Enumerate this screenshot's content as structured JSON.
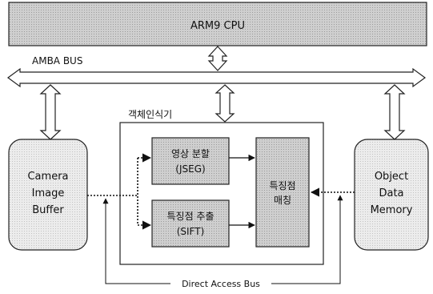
{
  "cpu": {
    "label": "ARM9 CPU"
  },
  "bus": {
    "label": "AMBA BUS"
  },
  "recognizer": {
    "title": "객체인식기"
  },
  "segmentation": {
    "line1": "영상 분할",
    "line2": "(JSEG)"
  },
  "extraction": {
    "line1": "특징점 추출",
    "line2": "(SIFT)"
  },
  "matching": {
    "line1": "특징점",
    "line2": "매칭"
  },
  "camera_buffer": {
    "line1": "Camera",
    "line2": "Image",
    "line3": "Buffer"
  },
  "object_memory": {
    "line1": "Object",
    "line2": "Data",
    "line3": "Memory"
  },
  "direct_bus": {
    "label": "Direct Access Bus"
  },
  "colors": {
    "block_fill": "#c4c4c4",
    "cpu_fill": "#d4d4d4",
    "stroke": "#222222"
  }
}
